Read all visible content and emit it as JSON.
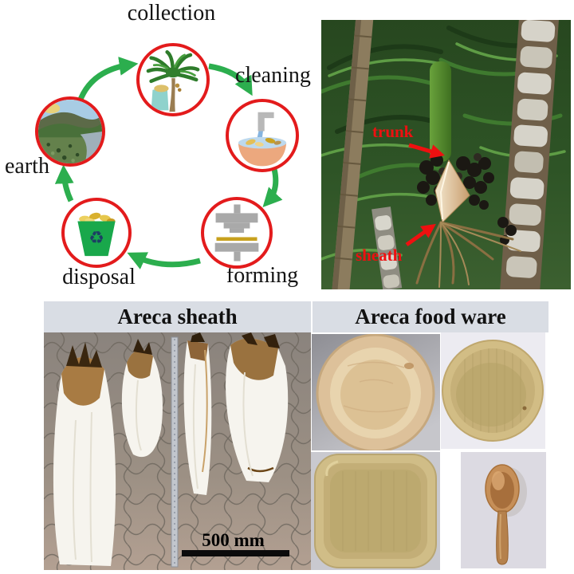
{
  "figure": {
    "background": "#ffffff"
  },
  "lifecycle": {
    "stages": [
      {
        "label": "collection",
        "icon": "palm-tree-icon"
      },
      {
        "label": "cleaning",
        "icon": "washing-bowl-icon"
      },
      {
        "label": "forming",
        "icon": "press-mold-icon"
      },
      {
        "label": "disposal",
        "icon": "recycle-bin-icon"
      },
      {
        "label": "earth",
        "icon": "landscape-icon"
      }
    ],
    "arrow_color": "#2cae4e",
    "circle_border_color": "#e31b1c"
  },
  "palm_photo": {
    "annotations": [
      {
        "text": "trunk"
      },
      {
        "text": "sheath"
      }
    ],
    "annotation_color": "#ee1010"
  },
  "sheath_panel": {
    "title": "Areca sheath",
    "scale_label": "500 mm"
  },
  "foodware_panel": {
    "title": "Areca food ware",
    "photos": [
      "round-plate-photo",
      "round-bowl-photo",
      "square-plate-photo",
      "spoon-photo"
    ]
  },
  "style": {
    "header_band_color": "#d9dde4",
    "scale_bar_color": "#0b0b0b"
  }
}
